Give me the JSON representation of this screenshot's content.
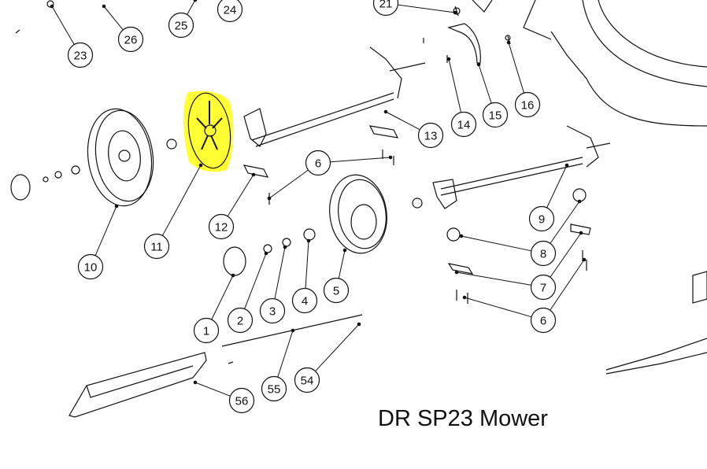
{
  "title": "DR SP23 Mower",
  "highlight_color": "#ffff33",
  "callouts": [
    "23",
    "26",
    "25",
    "24",
    "21",
    "14",
    "15",
    "16",
    "13",
    "6",
    "9",
    "12",
    "11",
    "10",
    "8",
    "7",
    "6",
    "1",
    "2",
    "3",
    "4",
    "5",
    "56",
    "55",
    "54"
  ]
}
